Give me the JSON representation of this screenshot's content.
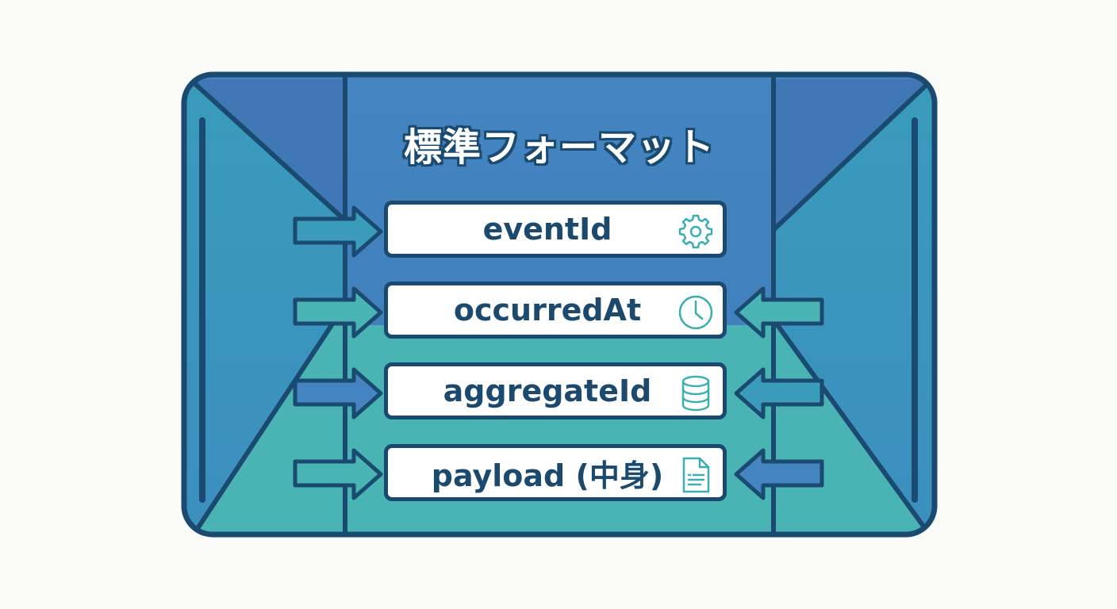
{
  "title": "標準フォーマット",
  "fields": [
    {
      "label": "eventId",
      "icon": "gear-icon"
    },
    {
      "label": "occurredAt",
      "icon": "clock-icon"
    },
    {
      "label": "aggregateId",
      "icon": "database-icon"
    },
    {
      "label": "payload (中身)",
      "icon": "document-icon"
    }
  ],
  "colors": {
    "outline": "#1a4a70",
    "blue_panel": "#4484c0",
    "blue_side": "#3f78b4",
    "teal_side": "#3a9bbb",
    "teal_bottom": "#4ab3b3",
    "icon_teal": "#3aaeb0",
    "box_fill": "#ffffff",
    "text_dark": "#1c4a6e"
  },
  "arrows": {
    "left": [
      "teal",
      "teal",
      "blue",
      "teal"
    ],
    "right": [
      "teal",
      "blue",
      "blue"
    ]
  }
}
